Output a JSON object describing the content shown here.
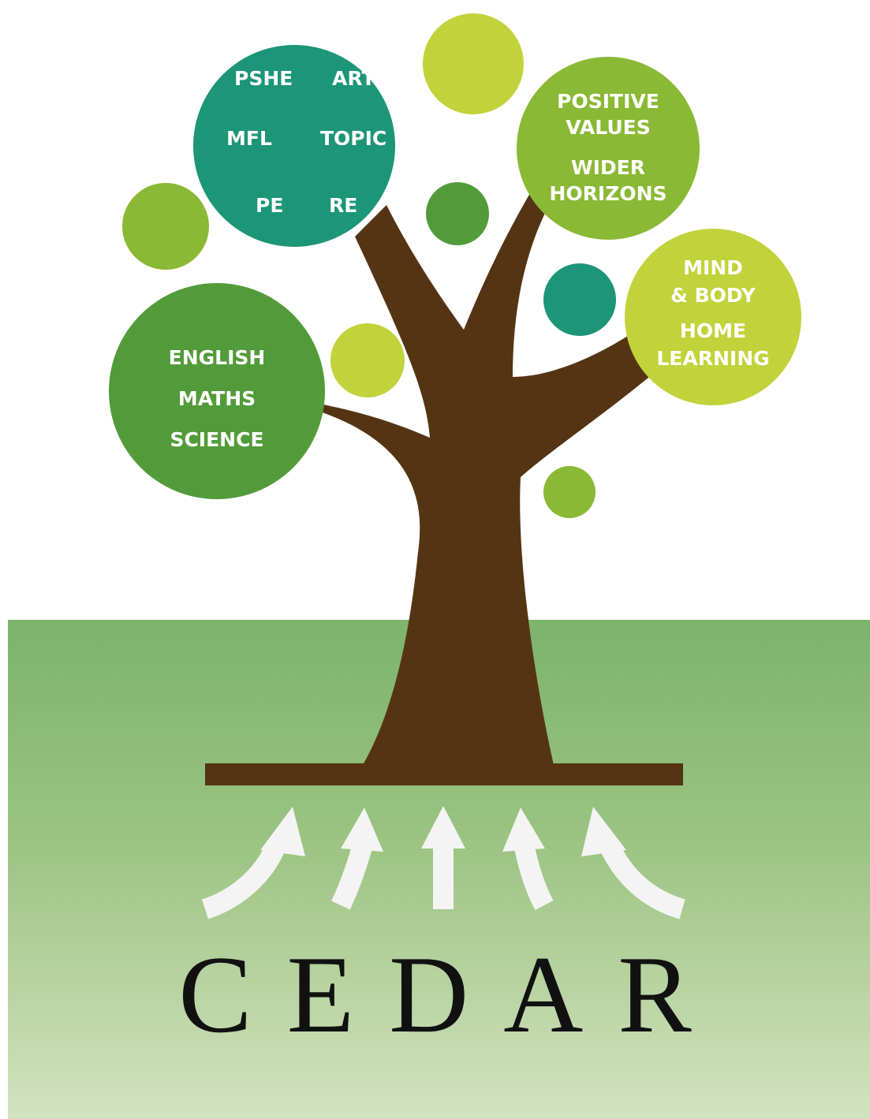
{
  "title": "CEDAR",
  "colors": {
    "dark_green": "#529b3a",
    "teal": "#1d9577",
    "mid_green": "#8ab935",
    "lime": "#c1d33b",
    "trunk": "#553414",
    "arrow": "#f4f4f4"
  },
  "circles": {
    "core": [
      "ENGLISH",
      "MATHS",
      "SCIENCE"
    ],
    "foundation": {
      "pshe": "PSHE",
      "art": "ART",
      "mfl": "MFL",
      "topic": "TOPIC",
      "pe": "PE",
      "re": "RE"
    },
    "values": [
      "POSITIVE",
      "VALUES",
      "WIDER",
      "HORIZONS"
    ],
    "wellbeing": [
      "MIND",
      "& BODY",
      "HOME",
      "LEARNING"
    ]
  },
  "arrows_count": 5,
  "icons": [
    "tree-trunk",
    "upward-arrow"
  ]
}
